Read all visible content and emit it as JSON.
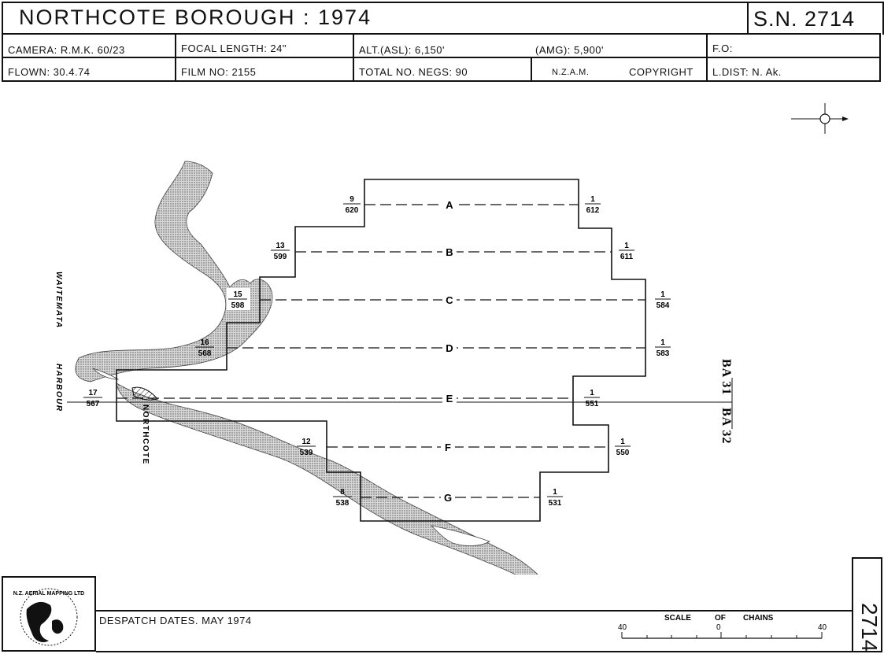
{
  "header": {
    "title": "NORTHCOTE  BOROUGH  : 1974",
    "sheet_no": "S.N. 2714",
    "camera_label": "CAMERA: R.M.K. 60/23",
    "focal_label": "FOCAL  LENGTH: 24\"",
    "alt_label": "ALT.(ASL): 6,150'",
    "amg_label": "(AMG):  5,900'",
    "fo_label": "F.O:",
    "flown_label": "FLOWN: 30.4.74",
    "film_label": "FILM  NO:  2155",
    "negs_label": "TOTAL  NO.  NEGS: 90",
    "nzam_label": "N.Z.A.M.",
    "copyright_label": "COPYRIGHT",
    "ldist_label": "L.DIST:  N. Ak."
  },
  "map": {
    "harbour_label_1": "WAITEMATA",
    "harbour_label_2": "HARBOUR",
    "place_label": "NORTHCOTE",
    "ba31": "BA 31",
    "ba32": "BA 32",
    "runs": [
      {
        "letter": "A",
        "left_top": "9",
        "left_bot": "620",
        "right_top": "1",
        "right_bot": "612"
      },
      {
        "letter": "B",
        "left_top": "13",
        "left_bot": "599",
        "right_top": "1",
        "right_bot": "611"
      },
      {
        "letter": "C",
        "left_top": "15",
        "left_bot": "598",
        "right_top": "1",
        "right_bot": "584"
      },
      {
        "letter": "D",
        "left_top": "16",
        "left_bot": "568",
        "right_top": "1",
        "right_bot": "583"
      },
      {
        "letter": "E",
        "left_top": "17",
        "left_bot": "567",
        "right_top": "1",
        "right_bot": "551"
      },
      {
        "letter": "F",
        "left_top": "12",
        "left_bot": "539",
        "right_top": "1",
        "right_bot": "550"
      },
      {
        "letter": "G",
        "left_top": "8",
        "left_bot": "538",
        "right_top": "1",
        "right_bot": "531"
      }
    ]
  },
  "footer": {
    "logo_text": "N.Z. AERIAL MAPPING LTD",
    "despatch": "DESPATCH  DATES.  MAY 1974",
    "scale_label": "SCALE",
    "of_label": "OF",
    "chains_label": "CHAINS",
    "scale_left": "40",
    "scale_mid": "0",
    "scale_right": "40",
    "side_number": "2714"
  }
}
